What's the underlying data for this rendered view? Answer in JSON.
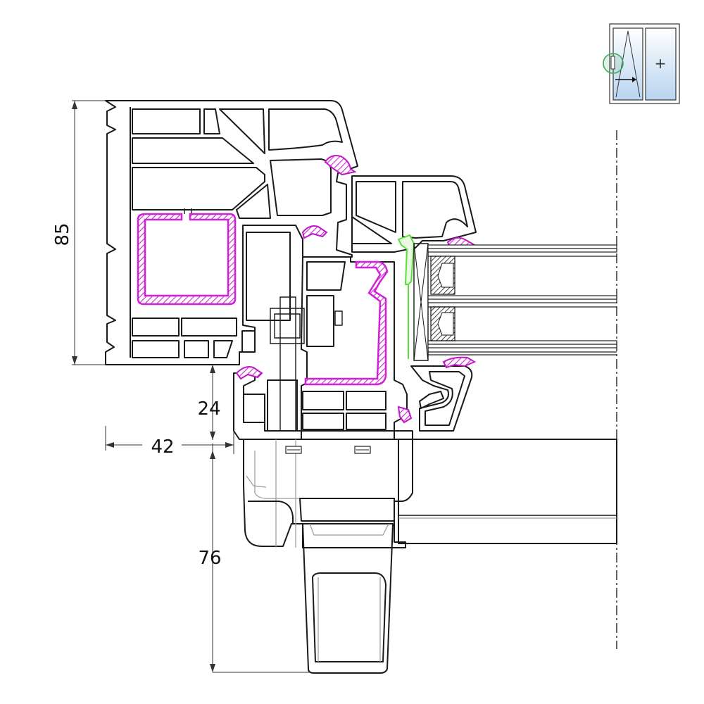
{
  "dimensions": {
    "frame_depth": "85",
    "sash_offset": "24",
    "handle_offset": "42",
    "handle_length": "76"
  },
  "colors": {
    "reinforcement": "#d020d8",
    "glazing_bead_seal": "#5adf3a",
    "pane_fill": "#b8d4f0",
    "locator_circle": "#3da85a"
  },
  "legend_icon": {
    "left_pane": "tilt-and-turn-sash",
    "right_pane": "fixed-pane",
    "fixed_pane_symbol": "+"
  }
}
